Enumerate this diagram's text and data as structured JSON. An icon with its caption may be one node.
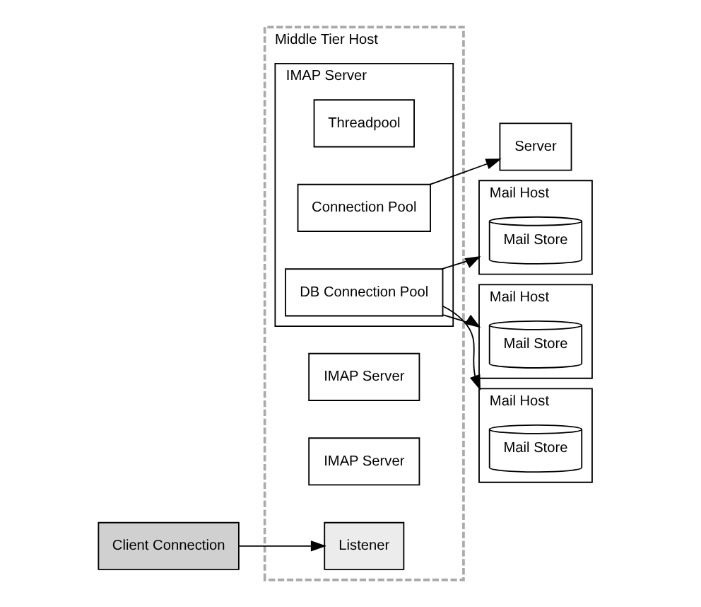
{
  "diagram": {
    "nodes": [
      {
        "text": [
          "Client Connection"
        ]
      },
      {
        "text": [
          "Middle Tier Host"
        ]
      },
      {
        "text": [
          "IMAP Server"
        ],
        "in": 1
      },
      {
        "text": [
          "IMAP Server"
        ],
        "in": 1
      },
      {
        "text": [
          "IMAP Server"
        ],
        "in": 1
      },
      {
        "text": [
          "Listener"
        ],
        "in": 1
      },
      {
        "text": [
          "Threadpool"
        ],
        "in": 4
      },
      {
        "text": [
          "Connection Pool"
        ],
        "in": 4
      },
      {
        "text": [
          "DB Connection Pool"
        ],
        "in": 4
      },
      {
        "text": [
          "Server"
        ]
      },
      {
        "text": [
          "Mail Host"
        ]
      },
      {
        "text": [
          "Mail Store"
        ],
        "in": 10
      },
      {
        "text": [
          "Mail Host"
        ]
      },
      {
        "text": [
          "Mail Store"
        ],
        "in": 12
      },
      {
        "text": [
          "Mail Host"
        ]
      },
      {
        "text": [
          "Mail Store"
        ],
        "in": 14
      }
    ],
    "edges": [
      {
        "from": 0,
        "to": 5,
        "arrow": "to"
      },
      {
        "from": 7,
        "to": 9,
        "arrow": "to"
      },
      {
        "from": 8,
        "to": 10,
        "arrow": "to"
      },
      {
        "from": 8,
        "to": 12,
        "arrow": "to"
      },
      {
        "from": 8,
        "to": 14,
        "arrow": "to"
      }
    ]
  }
}
